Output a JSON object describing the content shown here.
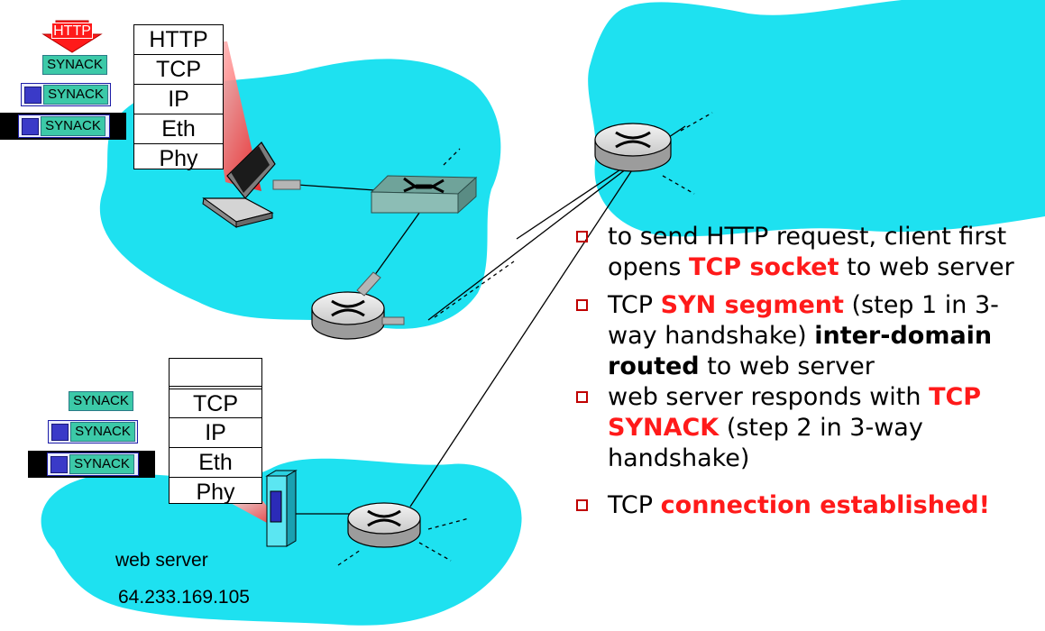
{
  "client": {
    "stack_layers": [
      "HTTP",
      "TCP",
      "IP",
      "Eth",
      "Phy"
    ],
    "http_tag": "HTTP",
    "segment_labels": [
      "SYNACK",
      "SYNACK",
      "SYNACK"
    ]
  },
  "server": {
    "stack_layers": [
      "",
      "TCP",
      "IP",
      "Eth",
      "Phy"
    ],
    "segment_labels": [
      "SYNACK",
      "SYNACK",
      "SYNACK"
    ],
    "name": "web server",
    "ip": "64.233.169.105"
  },
  "bullets": [
    [
      "to send HTTP request, client first opens ",
      "TCP socket",
      " to web server"
    ],
    [
      "TCP ",
      "SYN segment",
      " (step 1 in 3-way handshake) ",
      "inter-domain routed",
      " to web server"
    ],
    [
      "web server responds with ",
      "TCP SYNACK",
      " (step 2 in 3-way handshake)"
    ],
    [
      "TCP ",
      "connection established!"
    ]
  ],
  "colors": {
    "network": "#1ee1f0",
    "accent": "#ff1a1a",
    "segment": "#3cc9a8",
    "ip_header": "#3a3ac8"
  }
}
